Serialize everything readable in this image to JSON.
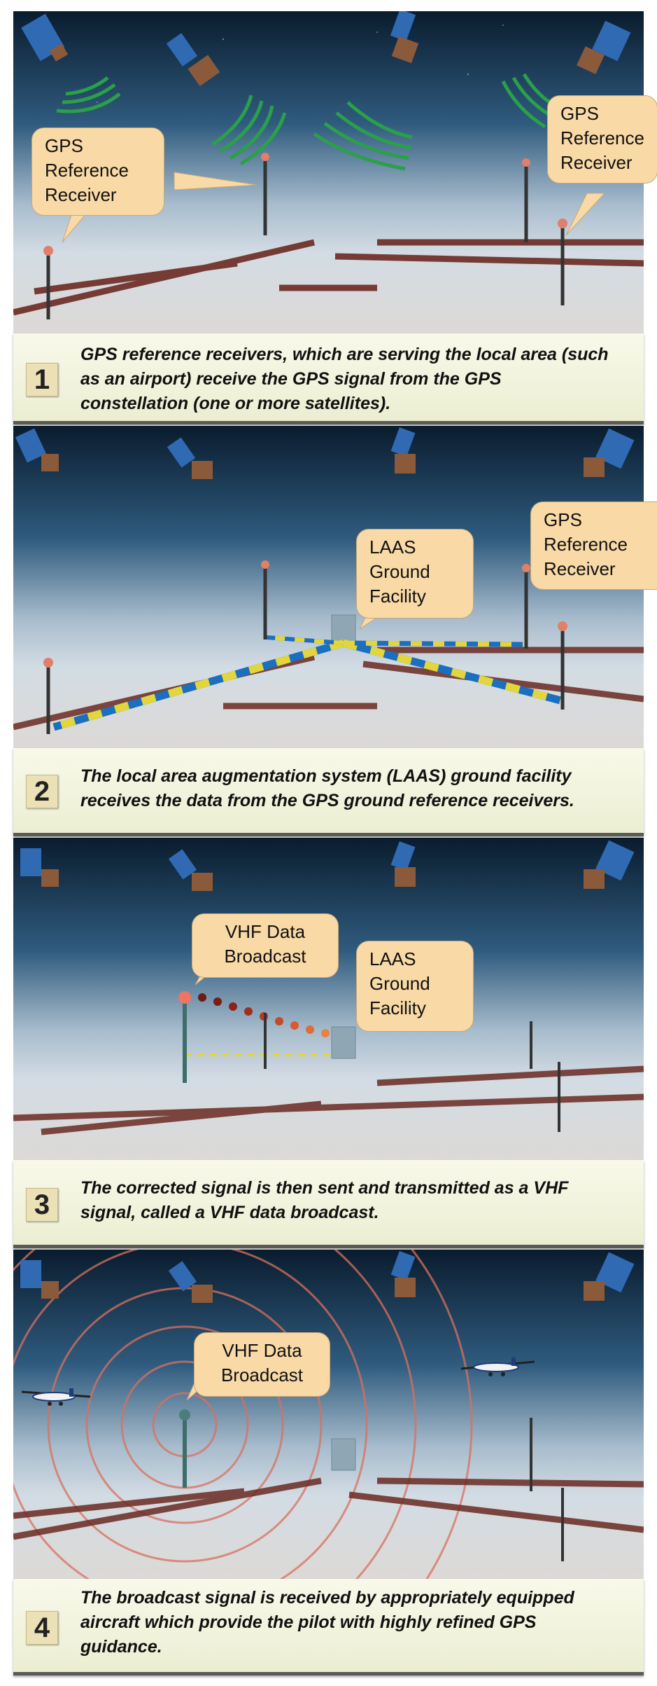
{
  "panels": [
    {
      "step": "1",
      "caption": "GPS reference receivers, which are serving the local area (such as an airport) receive the GPS signal from the GPS constellation (one or more satellites).",
      "callouts": [
        "GPS\nReference\nReceiver",
        "GPS\nReference\nReceiver"
      ]
    },
    {
      "step": "2",
      "caption": "The local area augmentation system (LAAS) ground facility receives the data from the GPS ground reference receivers.",
      "callouts": [
        "LAAS\nGround\nFacility",
        "GPS\nReference\nReceiver"
      ]
    },
    {
      "step": "3",
      "caption": "The corrected signal is then sent and transmitted as a VHF signal, called a VHF data broadcast.",
      "callouts": [
        "VHF Data\nBroadcast",
        "LAAS\nGround\nFacility"
      ]
    },
    {
      "step": "4",
      "caption": "The broadcast signal is received by appropriately equipped aircraft which provide the pilot with highly refined GPS guidance.",
      "callouts": [
        "VHF Data\nBroadcast"
      ]
    }
  ],
  "colors": {
    "sky_top": "#0a1c2e",
    "sky_horizon": "#c7d3df",
    "ground": "#d9d7d3",
    "runway": "#6b2a22",
    "signal_green": "#2aa04a",
    "data_link_blue": "#1b6fc0",
    "data_link_yellow": "#e2d63c",
    "callout_fill": "#f9d9a6",
    "caption_fill": "#f3f4e0"
  }
}
